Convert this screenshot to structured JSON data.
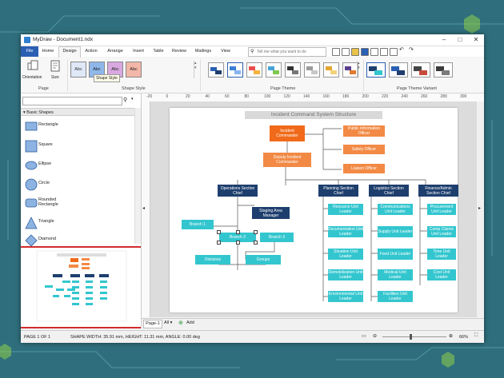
{
  "window": {
    "title": "MyDraw - Document1.ndx"
  },
  "menu": {
    "file": "File",
    "tabs": [
      "Home",
      "Design",
      "Action",
      "Arrange",
      "Insert",
      "Table",
      "Review",
      "Mailings",
      "View"
    ],
    "active": "Design",
    "search_placeholder": "Tell me what you want to do"
  },
  "ribbon": {
    "orientation_label": "Orientation",
    "size_label": "Size",
    "page_group": "Page",
    "style_buttons": [
      "Abc",
      "Abc",
      "Abc",
      "Abc"
    ],
    "tooltip": "Shape Style",
    "shape_style_group": "Shape Style",
    "page_theme_group": "Page Theme",
    "page_theme_variant_group": "Page Theme Variant"
  },
  "left_panel": {
    "section": "Basic Shapes",
    "shapes": [
      "Rectangle",
      "Square",
      "Ellipse",
      "Circle",
      "Rounded Rectangle",
      "Triangle",
      "Diamond"
    ]
  },
  "ruler": {
    "top": [
      "-20",
      "0",
      "20",
      "40",
      "60",
      "80",
      "100",
      "120",
      "140",
      "160",
      "180",
      "200",
      "220",
      "240",
      "260",
      "280",
      "300"
    ]
  },
  "diagram": {
    "title": "Incident Command System Structure",
    "incident_commander": "Incident Commander",
    "deputy": "Deputy Incident Commander",
    "public_info": "Public Information Officer",
    "safety": "Safety Officer",
    "liaison": "Liaison Officer",
    "operations": "Operations Section Chief",
    "planning": "Planning Section Chief",
    "logistics": "Logistics Section Chief",
    "finance": "Finance/Admin Section Chief",
    "staging": "Staging Area Manager",
    "branch1": "Branch 1",
    "branch2": "Branch 2",
    "branch3": "Branch 3",
    "divisions": "Divisions",
    "groups": "Groups",
    "planning_units": [
      "Resource Unit Leader",
      "Documentation Unit Leader",
      "Situation Unit Leader",
      "Demobilization Unit Leader",
      "Environmental Unit Leader"
    ],
    "logistics_units": [
      "Communications Unit Leader",
      "Supply Unit Leader",
      "Food Unit Leader",
      "Medical Unit Leader",
      "Facilities Unit Leader"
    ],
    "finance_units": [
      "Procurement Unit Leader",
      "Comp Claims Unit Leader",
      "Time Unit Leader",
      "Cost Unit Leader"
    ]
  },
  "pages": {
    "tab": "Page-1",
    "all": "All",
    "add": "Add"
  },
  "status": {
    "page": "PAGE 1 OF 1",
    "shape_info": "SHAPE WIDTH: 35.91 mm, HEIGHT: 11.31 mm, ANGLE: 0.00 deg",
    "zoom": "66%"
  },
  "colors": {
    "accent": "#2b5fb4",
    "navy": "#1e3f6e",
    "teal": "#33c6cf",
    "orange": "#f06a1a",
    "light_orange": "#f28a45"
  }
}
